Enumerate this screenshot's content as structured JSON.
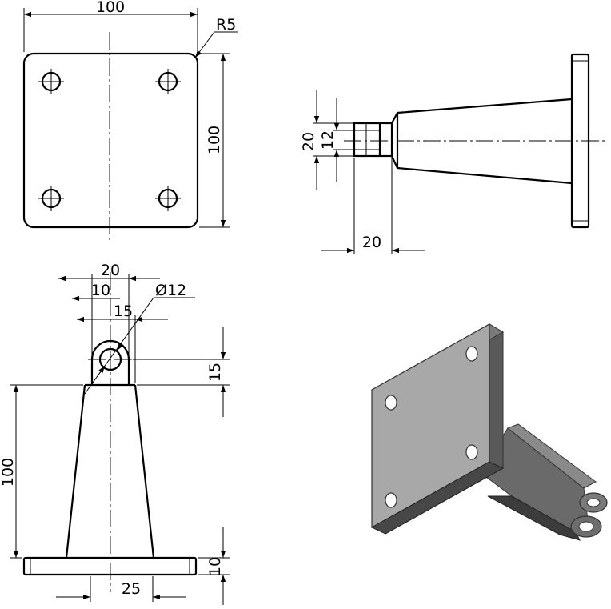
{
  "views": {
    "top": {
      "width": "100",
      "height": "100",
      "radius": "R5"
    },
    "side": {
      "outer": "20",
      "inner": "12",
      "boss": "20"
    },
    "front": {
      "span": "20",
      "offset": "10",
      "hole": "Ø12",
      "lug": "15",
      "lug_height": "15",
      "height": "100",
      "base": "10",
      "bottom": "25"
    }
  },
  "colors": {
    "line": "#000000",
    "solid_light": "#bdbdbd",
    "solid_mid": "#9a9a9a",
    "solid_dark": "#4a4a4a"
  }
}
